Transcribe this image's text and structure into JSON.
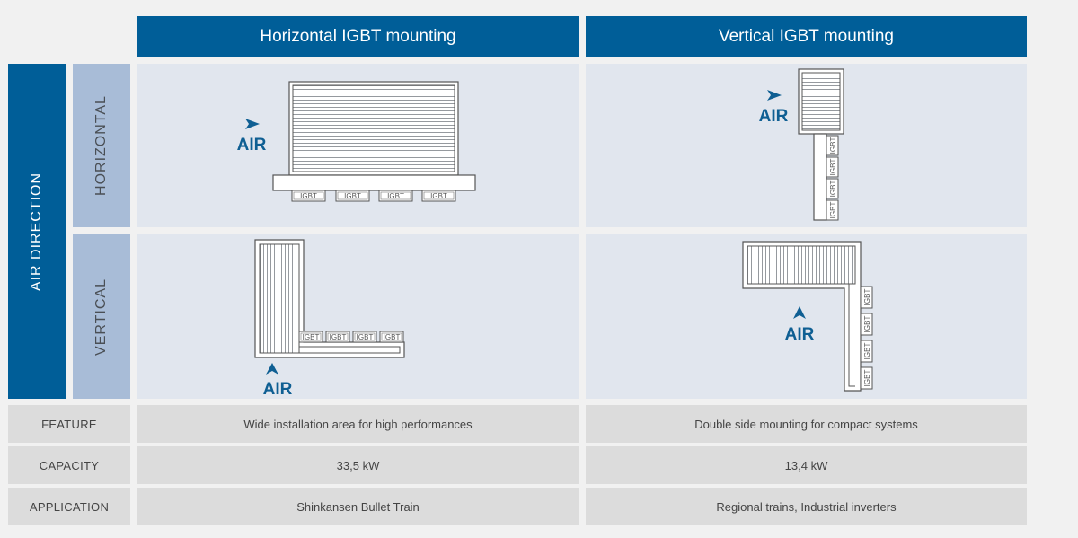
{
  "columns": {
    "horizontal_mounting": "Horizontal IGBT mounting",
    "vertical_mounting": "Vertical IGBT mounting"
  },
  "rows": {
    "air_direction": "AIR DIRECTION",
    "horizontal": "HORIZONTAL",
    "vertical": "VERTICAL"
  },
  "diagram_labels": {
    "air": "AIR",
    "module": "IGBT"
  },
  "table": [
    {
      "label": "FEATURE",
      "horizontal": "Wide installation area for high performances",
      "vertical": "Double side mounting for compact systems"
    },
    {
      "label": "CAPACITY",
      "horizontal": "33,5 kW",
      "vertical": "13,4 kW"
    },
    {
      "label": "APPLICATION",
      "horizontal": "Shinkansen Bullet Train",
      "vertical": "Regional trains, Industrial inverters"
    }
  ],
  "colors": {
    "header_blue": "#005e98",
    "sub_blue": "#a8bcd7",
    "cell_bg": "#e1e6ee",
    "row_bg": "#dcdcdc",
    "air_text": "#0f5f93"
  }
}
